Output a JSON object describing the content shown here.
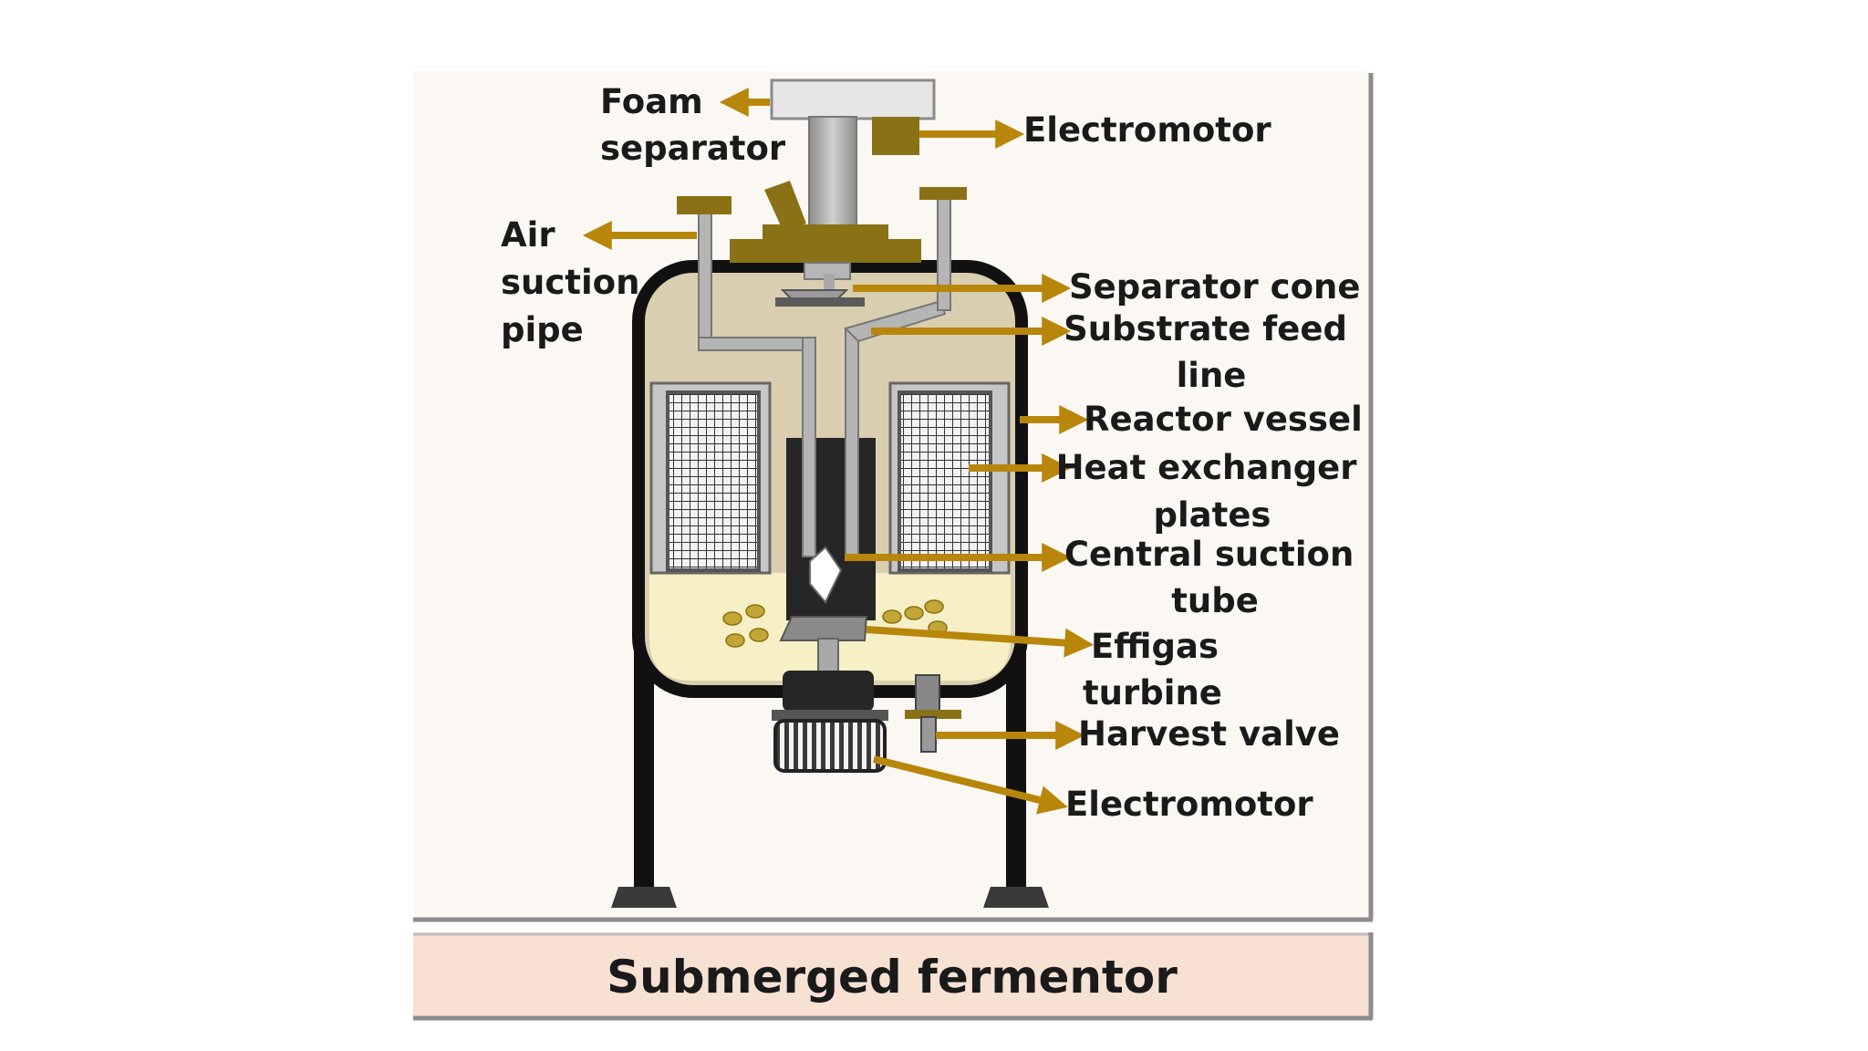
{
  "caption": "Submerged fermentor",
  "labels": {
    "foam_separator": [
      "Foam",
      "separator"
    ],
    "electromotor_top": "Electromotor",
    "air_suction_pipe": [
      "Air",
      "suction",
      "pipe"
    ],
    "separator_cone": "Separator cone",
    "substrate_feed_line": [
      "Substrate feed",
      "line"
    ],
    "reactor_vessel": "Reactor vessel",
    "heat_exchanger_plates": [
      "Heat exchanger",
      "plates"
    ],
    "central_suction_tube": [
      "Central suction",
      "tube"
    ],
    "effigas_turbine": [
      "Effigas",
      "turbine"
    ],
    "harvest_valve": "Harvest valve",
    "electromotor_bottom": "Electromotor"
  },
  "colors": {
    "panel_bg": "#fbf8f4",
    "vessel_fill": "#d9cfb0",
    "liquid_fill": "#f7f0c6",
    "arrow": "#b8860b",
    "olive": "#8a7116",
    "metal": "#a8a8a8",
    "caption_bg": "#f6e1d3"
  }
}
